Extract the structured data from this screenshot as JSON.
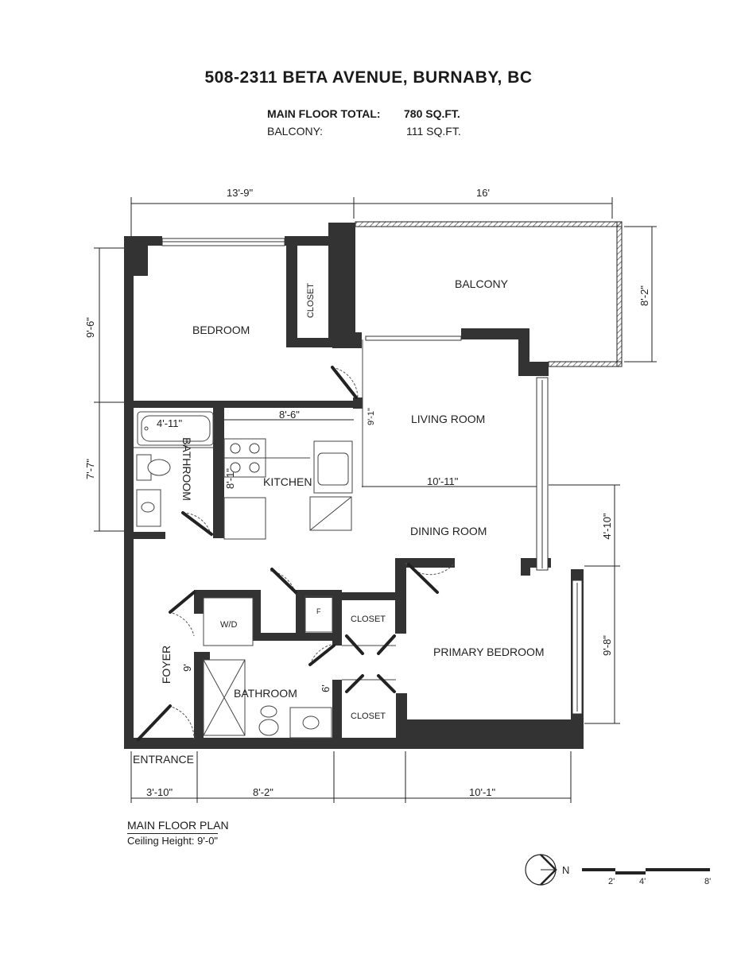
{
  "header": {
    "address": "508-2311 BETA AVENUE, BURNABY, BC",
    "main_floor_label": "MAIN FLOOR TOTAL:",
    "main_floor_value": "780 SQ.FT.",
    "balcony_label": "BALCONY:",
    "balcony_value": "111 SQ.FT."
  },
  "rooms": {
    "bedroom": "BEDROOM",
    "closet_top": "CLOSET",
    "balcony": "BALCONY",
    "living_room": "LIVING ROOM",
    "kitchen": "KITCHEN",
    "bathroom_top": "BATHROOM",
    "dining_room": "DINING ROOM",
    "laundry": "W/D",
    "fridge": "F",
    "closet_mid": "CLOSET",
    "closet_low": "CLOSET",
    "primary_bedroom": "PRIMARY BEDROOM",
    "foyer": "FOYER",
    "bathroom_bottom": "BATHROOM",
    "entrance": "ENTRANCE"
  },
  "dimensions": {
    "top_left": "13'-9\"",
    "top_right": "16'",
    "left_upper": "9'-6\"",
    "left_lower": "7'-7\"",
    "balcony_height": "8'-2\"",
    "kitchen_width": "8'-6\"",
    "tub_width": "4'-11\"",
    "kitchen_depth": "8'-1\"",
    "living_depth": "9'-1\"",
    "dining_width": "10'-11\"",
    "right_upper": "4'-10\"",
    "right_lower": "9'-8\"",
    "foyer_depth": "9'",
    "bath_depth": "6'",
    "bottom_left": "3'-10\"",
    "bottom_mid": "8'-2\"",
    "bottom_right": "10'-1\""
  },
  "footer": {
    "plan_title": "MAIN FLOOR PLAN",
    "ceiling": "Ceiling Height: 9'-0\"",
    "north": "N",
    "scale_labels": [
      "2'",
      "4'",
      "8'"
    ]
  }
}
